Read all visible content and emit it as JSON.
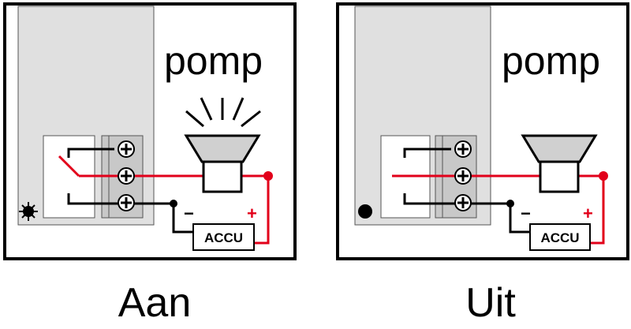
{
  "colors": {
    "frame": "#000000",
    "device_fill": "#e0e0e0",
    "terminal_fill": "#c8c8c8",
    "wire_live": "#e2001a",
    "wire_ground": "#000000"
  },
  "panels": [
    {
      "pump_label": "pomp",
      "state_label": "Aan",
      "accu_label": "ACCU",
      "minus": "−",
      "plus": "+",
      "indicator": "starburst-icon",
      "sound_waves": true
    },
    {
      "pump_label": "pomp",
      "state_label": "Uit",
      "accu_label": "ACCU",
      "minus": "−",
      "plus": "+",
      "indicator": "dot-icon",
      "sound_waves": false
    }
  ]
}
